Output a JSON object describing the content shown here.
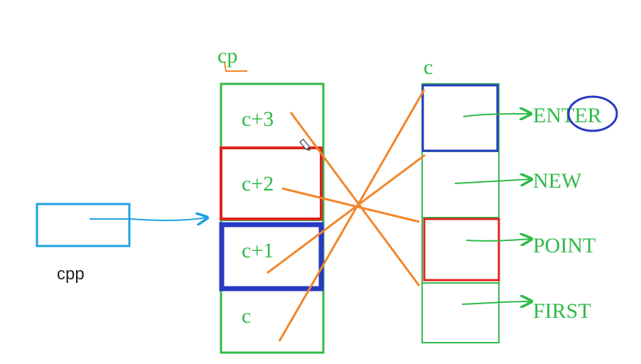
{
  "colors": {
    "green": "#2fba48",
    "orange": "#f2852a",
    "red": "#e0221f",
    "blue": "#2a38c4",
    "light_blue": "#1fa2e0"
  },
  "labels": {
    "cpp": "cpp",
    "cp": "cp",
    "c": "c"
  },
  "cp_array": {
    "cells": [
      "c+3",
      "c+2",
      "c+1",
      "c"
    ]
  },
  "c_array": {
    "strings": [
      "ENTER",
      "NEW",
      "POINT",
      "FIRST"
    ]
  },
  "highlights": {
    "c_plus_2_cell": "red",
    "c_plus_1_cell": "blue",
    "c_enter_cell": "blue",
    "c_point_cell": "red",
    "enter_suffix_circle": "blue"
  }
}
